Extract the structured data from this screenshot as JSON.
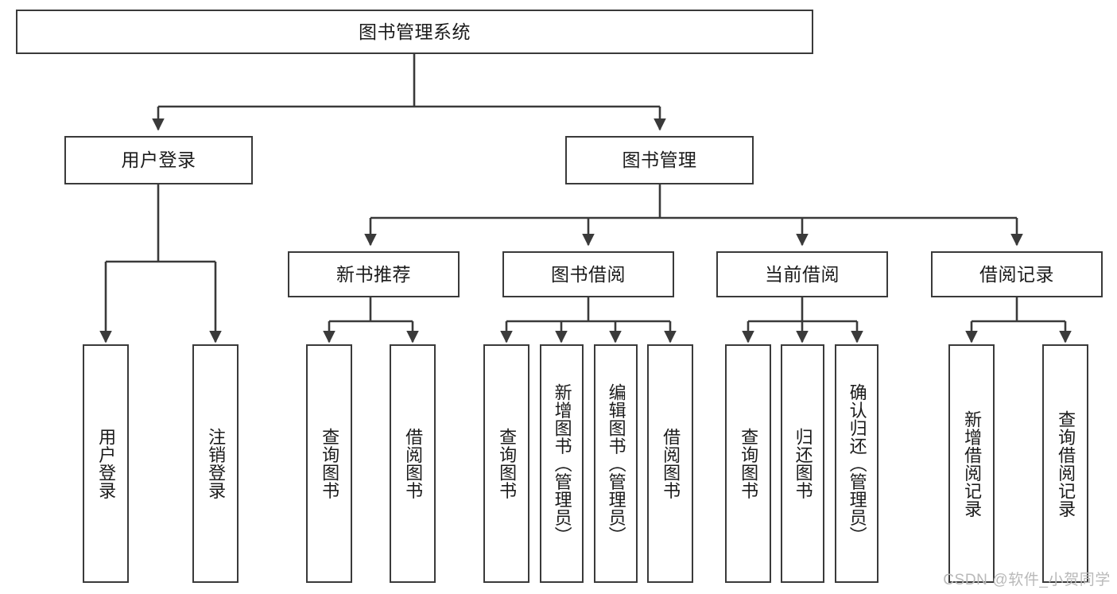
{
  "diagram": {
    "title": "图书管理系统",
    "type": "tree-hierarchy-diagram",
    "watermark": "CSDN @软件_小贺同学",
    "colors": {
      "box_border": "#3a3a3a",
      "box_fill": "#ffffff",
      "connector": "#3a3a3a",
      "text": "#1b1b1b",
      "watermark": "#b9b9b9",
      "background": "#ffffff"
    },
    "levels": {
      "root": {
        "label": "图书管理系统"
      },
      "level2": [
        {
          "id": "user-login",
          "label": "用户登录"
        },
        {
          "id": "book-management",
          "label": "图书管理"
        }
      ],
      "level3": [
        {
          "id": "new-book-recommend",
          "label": "新书推荐",
          "parent": "book-management"
        },
        {
          "id": "book-borrow",
          "label": "图书借阅",
          "parent": "book-management"
        },
        {
          "id": "current-borrow",
          "label": "当前借阅",
          "parent": "book-management"
        },
        {
          "id": "borrow-record",
          "label": "借阅记录",
          "parent": "book-management"
        }
      ],
      "leaves": [
        {
          "id": "leaf-user-login",
          "label": "用户登录",
          "parent": "user-login"
        },
        {
          "id": "leaf-logout-login",
          "label": "注销登录",
          "parent": "user-login"
        },
        {
          "id": "leaf-query-book-1",
          "label": "查询图书",
          "parent": "new-book-recommend"
        },
        {
          "id": "leaf-borrow-book-1",
          "label": "借阅图书",
          "parent": "new-book-recommend"
        },
        {
          "id": "leaf-query-book-2",
          "label": "查询图书",
          "parent": "book-borrow"
        },
        {
          "id": "leaf-add-book-admin",
          "label": "新增图书（管理员）",
          "parent": "book-borrow"
        },
        {
          "id": "leaf-edit-book-admin",
          "label": "编辑图书（管理员）",
          "parent": "book-borrow"
        },
        {
          "id": "leaf-borrow-book-2",
          "label": "借阅图书",
          "parent": "book-borrow"
        },
        {
          "id": "leaf-query-book-3",
          "label": "查询图书",
          "parent": "current-borrow"
        },
        {
          "id": "leaf-return-book",
          "label": "归还图书",
          "parent": "current-borrow"
        },
        {
          "id": "leaf-confirm-return-admin",
          "label": "确认归还（管理员）",
          "parent": "current-borrow"
        },
        {
          "id": "leaf-add-borrow-record",
          "label": "新增借阅记录",
          "parent": "borrow-record"
        },
        {
          "id": "leaf-query-borrow-record",
          "label": "查询借阅记录",
          "parent": "borrow-record"
        }
      ]
    }
  }
}
